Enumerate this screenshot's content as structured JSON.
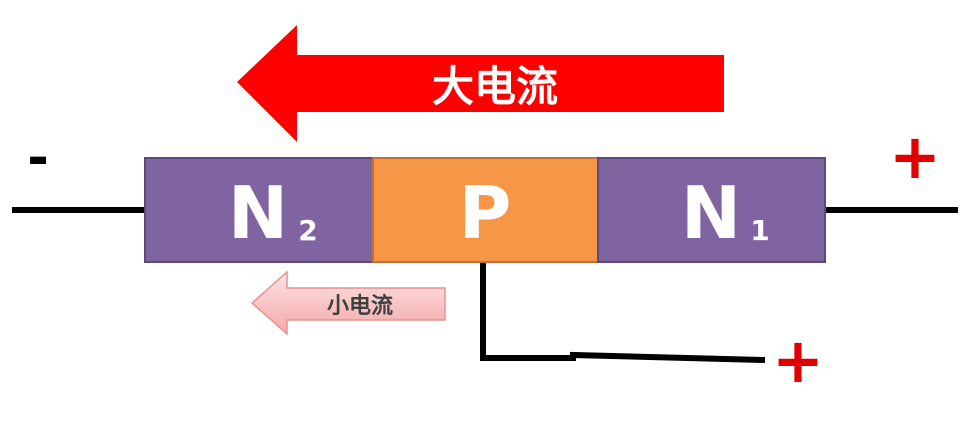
{
  "big_arrow": {
    "label": "大电流",
    "color": "#ff0000"
  },
  "small_arrow": {
    "label": "小电流",
    "color": "#f7b8b8"
  },
  "regions": [
    {
      "letter": "N",
      "subscript": "2",
      "color": "#8064a2"
    },
    {
      "letter": "P",
      "subscript": "",
      "color": "#f79646"
    },
    {
      "letter": "N",
      "subscript": "1",
      "color": "#8064a2"
    }
  ],
  "terminals": {
    "left_sign": "-",
    "right_sign": "+",
    "gate_sign": "+"
  },
  "colors": {
    "sign": "#e00000",
    "wire": "#000000"
  }
}
